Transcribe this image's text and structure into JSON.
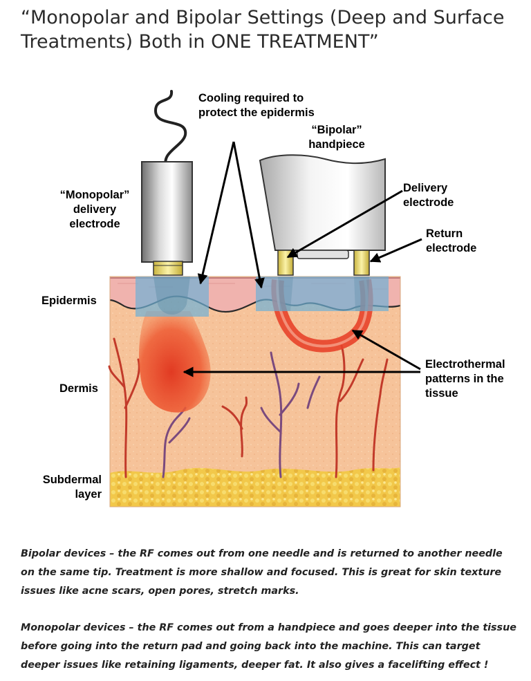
{
  "title": "“Monopolar and Bipolar Settings (Deep and Surface Treatments) Both in ONE TREATMENT”",
  "diagram": {
    "labels": {
      "cooling": "Cooling required to protect the epidermis",
      "bipolar_handpiece": "“Bipolar” handpiece",
      "monopolar_electrode": "“Monopolar” delivery electrode",
      "delivery_electrode": "Delivery electrode",
      "return_electrode": "Return electrode",
      "epidermis": "Epidermis",
      "dermis": "Dermis",
      "subdermal": "Subdermal layer",
      "electrothermal": "Electrothermal patterns in the tissue"
    },
    "colors": {
      "dermis": "#f6c39a",
      "epidermis": "#f0b3ae",
      "fat": "#f2c84a",
      "cooling": "#6fb0d6",
      "heat": "#e8432a",
      "vessel_red": "#c23a2a",
      "vessel_purple": "#7a4a7e",
      "electrode_gold": "#f3e27a"
    }
  },
  "paragraphs": [
    "Bipolar devices – the RF comes out from one needle and is returned to another needle on the same tip. Treatment is more shallow and focused. This is great for skin texture issues like acne scars, open pores, stretch marks.",
    "Monopolar devices – the RF comes out from a handpiece and goes deeper into the tissue before going into the return pad and going back into the machine. This can target deeper issues like retaining ligaments, deeper fat. It also gives a facelifting effect !"
  ]
}
